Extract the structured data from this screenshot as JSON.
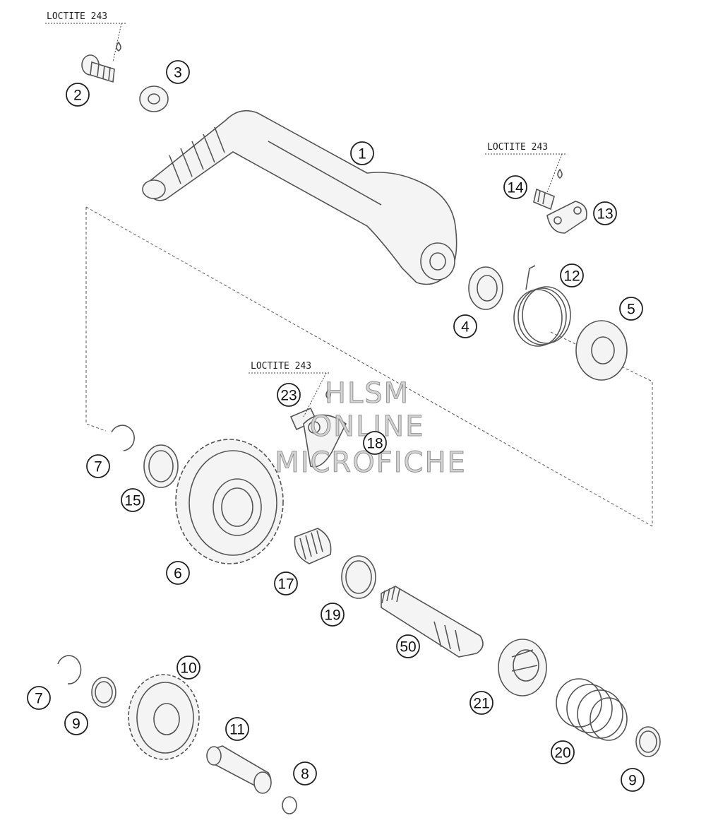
{
  "adhesive_label": "LOCTITE 243",
  "callouts": [
    "1",
    "2",
    "3",
    "4",
    "5",
    "6",
    "7",
    "8",
    "9",
    "10",
    "11",
    "12",
    "13",
    "14",
    "15",
    "17",
    "18",
    "19",
    "20",
    "21",
    "23",
    "50"
  ],
  "watermark": {
    "line1": "HLSM",
    "line2": "ONLINE",
    "line3": "MICROFICHE"
  }
}
